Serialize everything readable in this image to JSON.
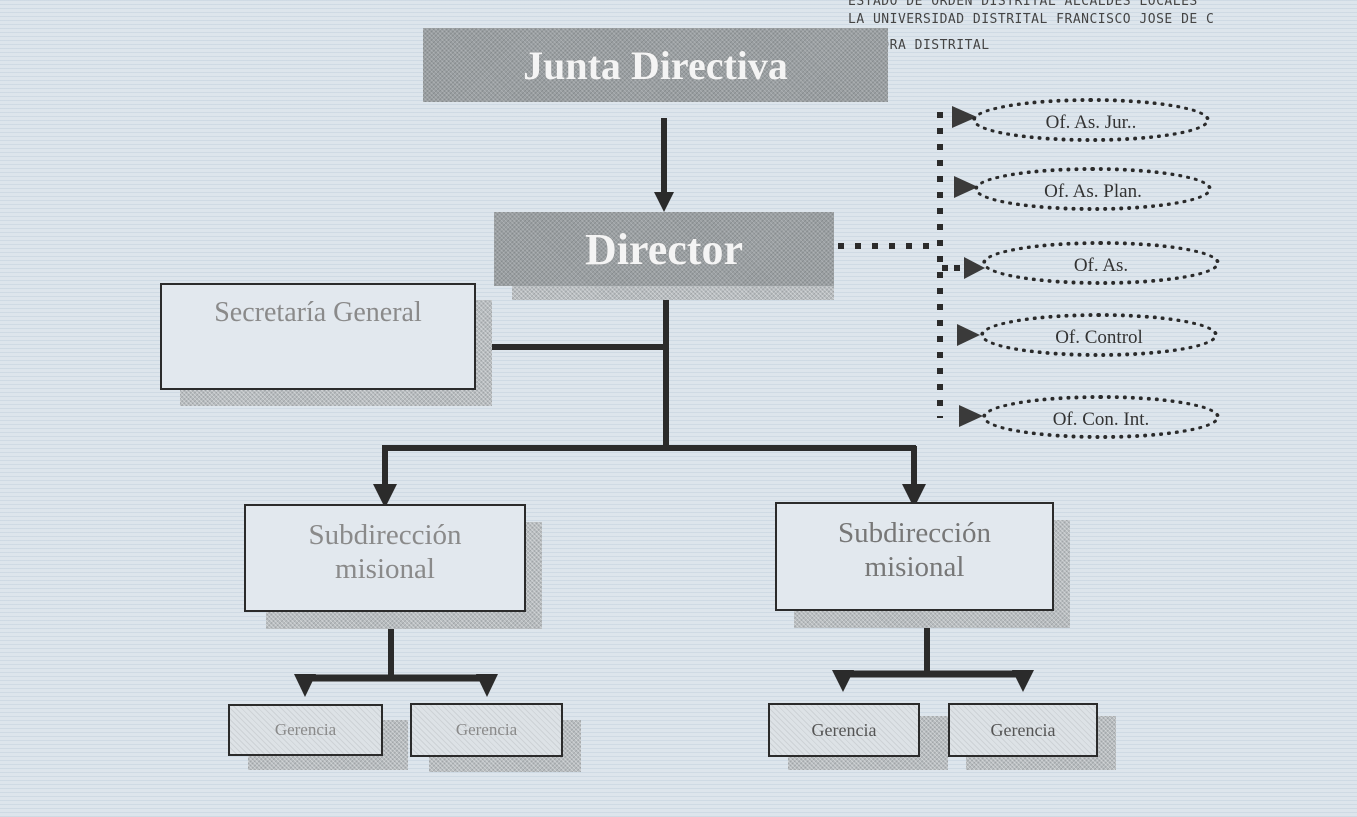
{
  "header": {
    "lines": [
      "ESTADO DE ORDEN DISTRITAL ALCALDES LOCALES",
      "LA UNIVERSIDAD DISTRITAL FRANCISCO JOSE DE C",
      "VEEDORA DISTRITAL"
    ]
  },
  "org_chart": {
    "board": {
      "label": "Junta Directiva"
    },
    "director": {
      "label": "Director"
    },
    "general_secretariat": {
      "label": "Secretaría General"
    },
    "advisory_offices": [
      {
        "label": "Of. As. Jur.."
      },
      {
        "label": "Of. As. Plan."
      },
      {
        "label": "Of. As."
      },
      {
        "label": "Of. Control"
      },
      {
        "label": "Of. Con. Int."
      }
    ],
    "subdirections": [
      {
        "label_line1": "Subdirección",
        "label_line2": "misional",
        "managements": [
          {
            "label": "Gerencia"
          },
          {
            "label": "Gerencia"
          }
        ]
      },
      {
        "label_line1": "Subdirección",
        "label_line2": "misional",
        "managements": [
          {
            "label": "Gerencia"
          },
          {
            "label": "Gerencia"
          }
        ]
      }
    ]
  },
  "colors": {
    "background": "#dde5ec",
    "connector": "#2b2b2b",
    "header_box": "#9a9fa2"
  }
}
